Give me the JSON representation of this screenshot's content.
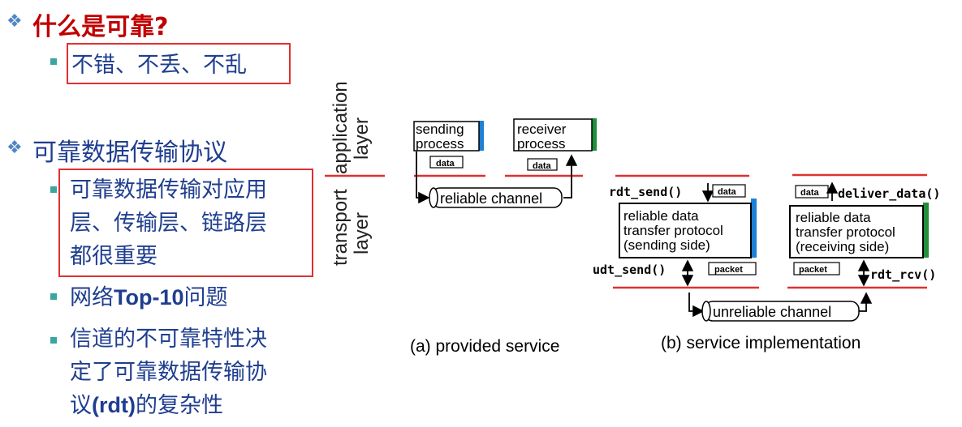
{
  "left": {
    "q1_title": "什么是可靠?",
    "q1_item": "不错、不丢、不乱",
    "q2_title": "可靠数据传输协议",
    "q2_item1_lines": [
      "可靠数据传输对应用",
      "层、传输层、链路层",
      "都很重要"
    ],
    "q2_item2_prefix": "网络",
    "q2_item2_bold": "Top-10",
    "q2_item2_suffix": "问题",
    "q2_item3_lines": [
      "信道的不可靠特性决",
      "定了可靠数据传输协"
    ],
    "q2_item3_line3_prefix": "议",
    "q2_item3_line3_bold": "(rdt)",
    "q2_item3_line3_suffix": "的复杂性"
  },
  "diagram": {
    "layer_app": [
      "application",
      "layer"
    ],
    "layer_transport": [
      "transport",
      "layer"
    ],
    "a": {
      "sending_process": [
        "sending",
        "process"
      ],
      "receiver_process": [
        "receiver",
        "process"
      ],
      "data_label": "data",
      "reliable_channel": "reliable channel",
      "caption": "(a)  provided service"
    },
    "b": {
      "rdt_send": "rdt_send()",
      "deliver_data": "deliver_data()",
      "sender_box": [
        "reliable data",
        "transfer protocol",
        "(sending side)"
      ],
      "receiver_box": [
        "reliable data",
        "transfer protocol",
        "(receiving side)"
      ],
      "udt_send": "udt_send()",
      "rdt_rcv": "rdt_rcv()",
      "packet_label": "packet",
      "data_label": "data",
      "unreliable_channel": "unreliable channel",
      "caption": "(b) service implementation"
    }
  },
  "colors": {
    "title_red": "#c00000",
    "text_blue": "#1f3e8f",
    "bullet_teal": "#3aa6a0",
    "box_red": "#e03030",
    "blue_bar": "#1e7fd6",
    "green_bar": "#1f8f3a"
  }
}
